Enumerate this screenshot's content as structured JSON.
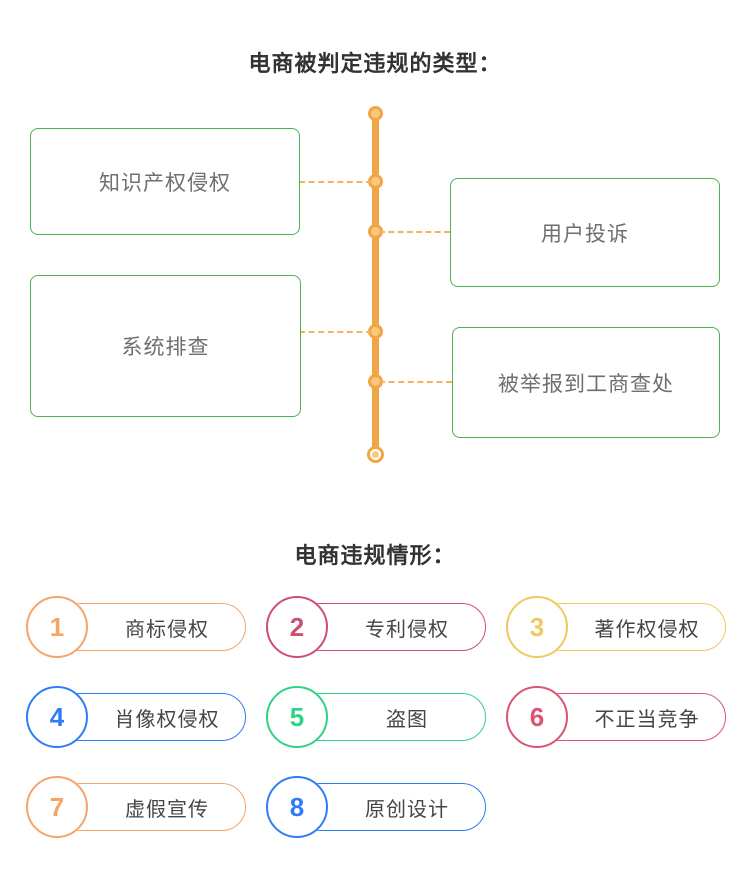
{
  "titles": {
    "section1": "电商被判定违规的类型：",
    "section2": "电商违规情形："
  },
  "colors": {
    "timeline_orange": "#F2A545",
    "timeline_dot_fill": "#F8C87E",
    "dash_orange": "#F4B45F",
    "box_border_green": "#4DB152",
    "box_text_gray": "#6F6F6F",
    "title_text": "#333333"
  },
  "timeline": {
    "nodes": [
      {
        "label": "知识产权侵权",
        "side": "left"
      },
      {
        "label": "用户投诉",
        "side": "right"
      },
      {
        "label": "系统排查",
        "side": "left"
      },
      {
        "label": "被举报到工商查处",
        "side": "right"
      }
    ]
  },
  "pills": {
    "items": [
      {
        "num": "1",
        "label": "商标侵权",
        "color": "#F5A56A"
      },
      {
        "num": "2",
        "label": "专利侵权",
        "color": "#CE4F70"
      },
      {
        "num": "3",
        "label": "著作权侵权",
        "color": "#F0C95F"
      },
      {
        "num": "4",
        "label": "肖像权侵权",
        "color": "#2F7DF6"
      },
      {
        "num": "5",
        "label": "盗图",
        "color": "#30D287"
      },
      {
        "num": "6",
        "label": "不正当竞争",
        "color": "#DB5572"
      },
      {
        "num": "7",
        "label": "虚假宣传",
        "color": "#F5A56A"
      },
      {
        "num": "8",
        "label": "原创设计",
        "color": "#2F7DF6"
      }
    ]
  }
}
